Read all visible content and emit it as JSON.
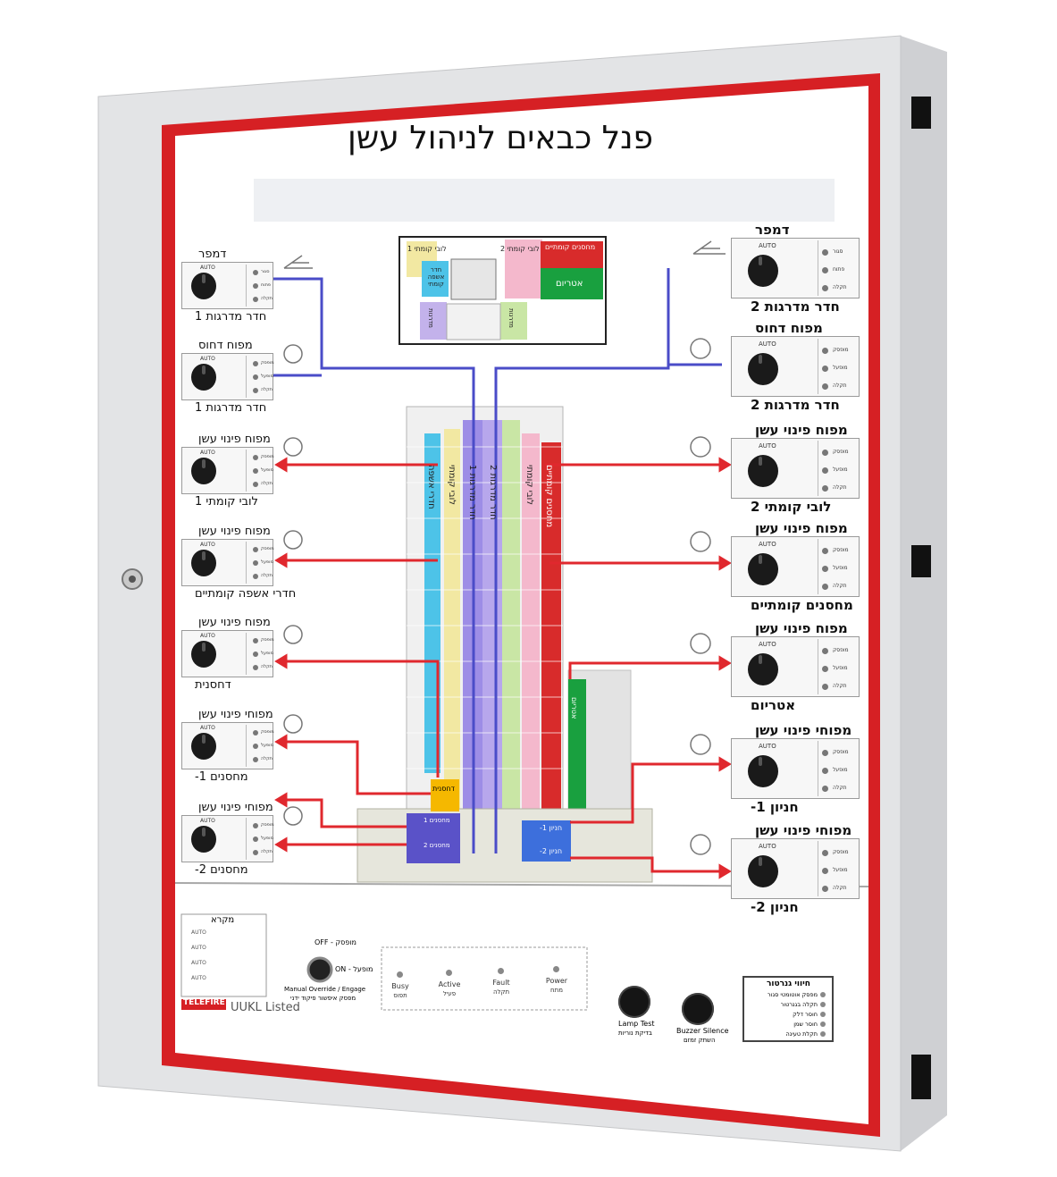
{
  "panel": {
    "title": "פנל כבאים לניהול עשן",
    "brand": "TELEFIRE",
    "listing": "UUKL Listed"
  },
  "colors": {
    "frame_red": "#d62024",
    "cabinet_grey": "#e2e3e5",
    "duct_blue": "#4a4cc8",
    "arrow_red": "#e0282e"
  },
  "floorplan": {
    "rooms": {
      "lobby1": "לובי קומתי 1",
      "lobby2": "לובי קומתי 2",
      "storage": "מחסנים קומתיים",
      "garbage": "חדר אשפה קומתי",
      "atriums": "אטריום",
      "stairs1": "מדרגות",
      "stairs2": "מדרגות"
    }
  },
  "building": {
    "shafts": {
      "garbage": "חדרי אשפה",
      "lobby1": "לובי קומתי",
      "stairs1": "חדר מדרגות 1",
      "stairs2": "חדר מדרגות 2",
      "lobby2": "לובי קומתי",
      "storage": "מחסנים קומתיים",
      "atriums": "אטריום"
    },
    "basement": {
      "pump_room": "דחסנית",
      "store1": "מחסנים 1",
      "store2": "מחסנים 2",
      "parking1": "חניון 1-",
      "parking2": "חניון 2-"
    }
  },
  "left_devices": [
    {
      "title": "דמפר",
      "sub": "חדר מדרגות 1",
      "opts": [
        "סגור",
        "פתוח",
        "תקלה"
      ]
    },
    {
      "title": "מפוח דחוס",
      "sub": "חדר מדרגות 1",
      "opts": [
        "מופסק",
        "מופעל",
        "תקלה"
      ]
    },
    {
      "title": "מפוח פינוי עשן",
      "sub": "לובי קומתי 1",
      "opts": [
        "מופסק",
        "מופעל",
        "תקלה"
      ]
    },
    {
      "title": "מפוח פינוי עשן",
      "sub": "חדרי אשפה קומתיים",
      "opts": [
        "מופסק",
        "מופעל",
        "תקלה"
      ]
    },
    {
      "title": "מפוח פינוי עשן",
      "sub": "דחסנית",
      "opts": [
        "מופסק",
        "מופעל",
        "תקלה"
      ]
    },
    {
      "title": "מפוחי פינוי עשן",
      "sub": "מחסנים 1-",
      "opts": [
        "מופסק",
        "מופעל",
        "תקלה"
      ]
    },
    {
      "title": "מפוחי פינוי עשן",
      "sub": "מחסנים 2-",
      "opts": [
        "מופסק",
        "מופעל",
        "תקלה"
      ]
    }
  ],
  "right_devices": [
    {
      "title": "דמפר",
      "sub": "חדר מדרגות 2",
      "opts": [
        "סגור",
        "פתוח",
        "תקלה"
      ]
    },
    {
      "title": "מפוח דחוס",
      "sub": "חדר מדרגות 2",
      "opts": [
        "מופסק",
        "מופעל",
        "תקלה"
      ]
    },
    {
      "title": "מפוח פינוי עשן",
      "sub": "לובי קומתי 2",
      "opts": [
        "מופסק",
        "מופעל",
        "תקלה"
      ]
    },
    {
      "title": "מפוח פינוי עשן",
      "sub": "מחסנים קומתיים",
      "opts": [
        "מופסק",
        "מופעל",
        "תקלה"
      ]
    },
    {
      "title": "מפוח פינוי עשן",
      "sub": "אטריום",
      "opts": [
        "מופסק",
        "מופעל",
        "תקלה"
      ]
    },
    {
      "title": "מפוחי פינוי עשן",
      "sub": "חניון 1-",
      "opts": [
        "מופסק",
        "מופעל",
        "תקלה"
      ]
    },
    {
      "title": "מפוחי פינוי עשן",
      "sub": "חניון 2-",
      "opts": [
        "מופסק",
        "מופעל",
        "תקלה"
      ]
    }
  ],
  "auto_label": "AUTO",
  "legend": {
    "title": "מקרא",
    "rows": [
      "AUTO",
      "AUTO",
      "AUTO",
      "AUTO"
    ]
  },
  "override": {
    "off": "OFF - מופסק",
    "on": "ON - מופעל",
    "caption1": "Manual Override / Engage",
    "caption2": "מפסק איפשור פיקוד ידני"
  },
  "status": [
    {
      "en": "Busy",
      "he": "תפוס"
    },
    {
      "en": "Active",
      "he": "פעיל"
    },
    {
      "en": "Fault",
      "he": "תקלה"
    },
    {
      "en": "Power",
      "he": "מתח"
    }
  ],
  "buttons": {
    "lamp_en": "Lamp Test",
    "lamp_he": "בדיקת נוריות",
    "buzzer_en": "Buzzer Silence",
    "buzzer_he": "השתק זמזם"
  },
  "generator": {
    "title": "חיווי גנרטור",
    "items": [
      "מפסק אוטומטי סגור",
      "תקלה בגנרטור",
      "חוסר דלק",
      "חוסר שמן",
      "תקלת טעינה"
    ]
  }
}
